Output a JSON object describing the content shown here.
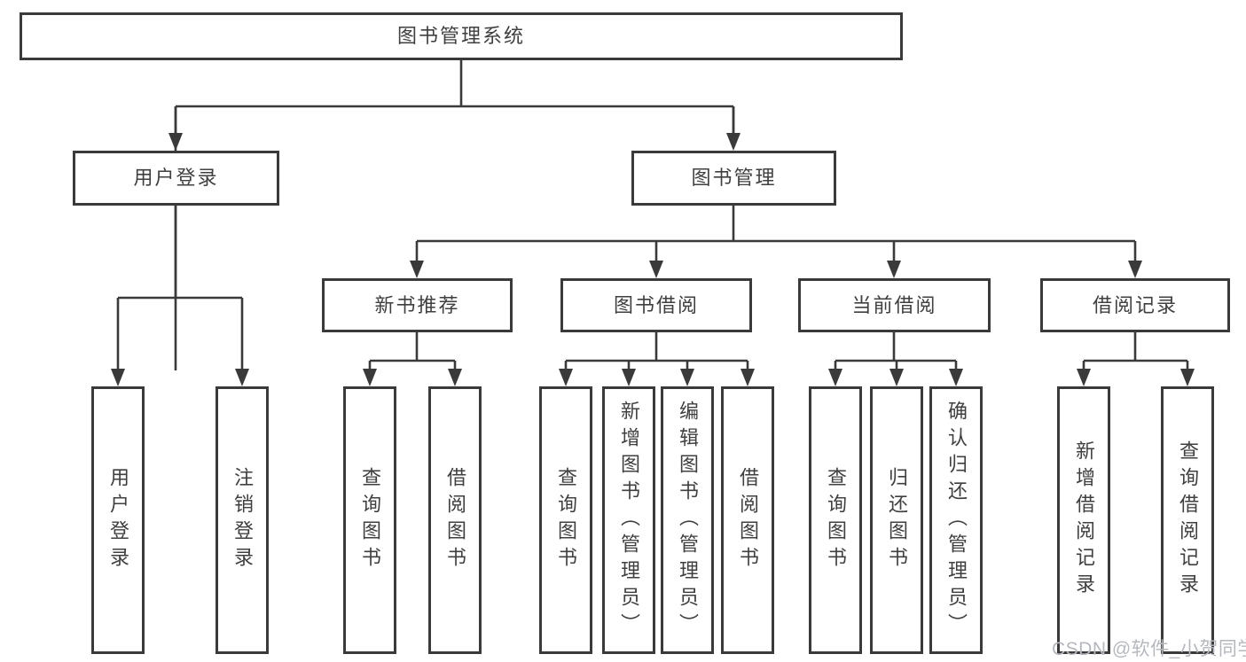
{
  "diagram_type": "hierarchy-tree",
  "colors": {
    "line": "#3a3a3a",
    "box_border": "#3a3a3a",
    "text": "#3f3f3f",
    "background": "#ffffff",
    "watermark": "#b5b9bf"
  },
  "tree": {
    "label": "图书管理系统",
    "children": [
      {
        "label": "用户登录",
        "children": [
          {
            "label": "用户登录"
          },
          {
            "label": "注销登录"
          }
        ]
      },
      {
        "label": "图书管理",
        "children": [
          {
            "label": "新书推荐",
            "children": [
              {
                "label": "查询图书"
              },
              {
                "label": "借阅图书"
              }
            ]
          },
          {
            "label": "图书借阅",
            "children": [
              {
                "label": "查询图书"
              },
              {
                "label": "新增图书（管理员）"
              },
              {
                "label": "编辑图书（管理员）"
              },
              {
                "label": "借阅图书"
              }
            ]
          },
          {
            "label": "当前借阅",
            "children": [
              {
                "label": "查询图书"
              },
              {
                "label": "归还图书"
              },
              {
                "label": "确认归还（管理员）"
              }
            ]
          },
          {
            "label": "借阅记录",
            "children": [
              {
                "label": "新增借阅记录"
              },
              {
                "label": "查询借阅记录"
              }
            ]
          }
        ]
      }
    ]
  },
  "watermark": {
    "text": "CSDN @软件_小贺同学"
  }
}
